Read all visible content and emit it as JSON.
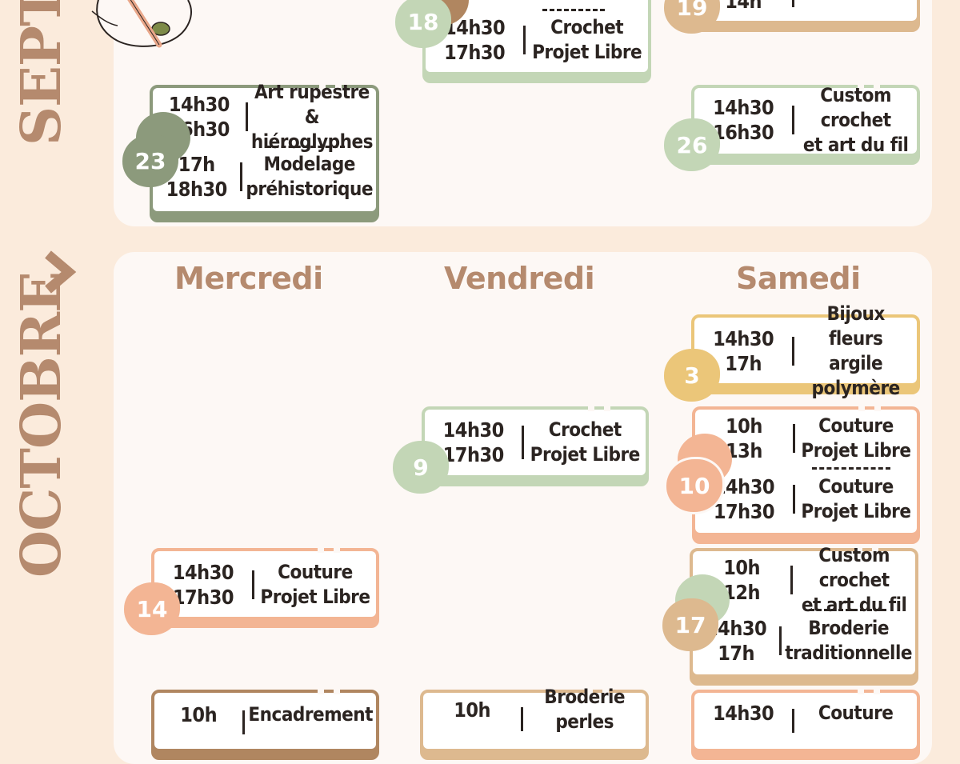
{
  "colors": {
    "background": "#fbebdc",
    "panel": "#fdf8f5",
    "month_text": "#b58a6e",
    "green_light": "#c3d6b6",
    "green_dark": "#8c9a7c",
    "tan": "#ddb98f",
    "brown": "#b08660",
    "gold": "#ebc679",
    "salmon": "#f3b594"
  },
  "months": {
    "september": "SEPTEMBRE",
    "october": "OCTOBRE"
  },
  "october_days": [
    "Mercredi",
    "Vendredi",
    "Samedi"
  ],
  "events": {
    "sep18": {
      "day": "18",
      "slots": [
        {
          "times": [
            "14h30",
            "17h30"
          ],
          "title": [
            "Crochet",
            "Projet Libre"
          ]
        }
      ]
    },
    "sep19": {
      "day": "19",
      "slots": [
        {
          "times": [
            "14h",
            ""
          ],
          "title": [
            "",
            ""
          ]
        }
      ]
    },
    "sep23": {
      "day": "23",
      "slots": [
        {
          "times": [
            "14h30",
            "16h30"
          ],
          "title": [
            "Art rupestre &",
            "hiéroglyphes"
          ]
        },
        {
          "times": [
            "17h",
            "18h30"
          ],
          "title": [
            "Modelage",
            "préhistorique"
          ]
        }
      ]
    },
    "sep26": {
      "day": "26",
      "slots": [
        {
          "times": [
            "14h30",
            "16h30"
          ],
          "title": [
            "Custom crochet",
            "et art du fil"
          ]
        }
      ]
    },
    "oct3": {
      "day": "3",
      "slots": [
        {
          "times": [
            "14h30",
            "17h"
          ],
          "title": [
            "Bijoux fleurs",
            "argile polymère"
          ]
        }
      ]
    },
    "oct9": {
      "day": "9",
      "slots": [
        {
          "times": [
            "14h30",
            "17h30"
          ],
          "title": [
            "Crochet",
            "Projet Libre"
          ]
        }
      ]
    },
    "oct10": {
      "day": "10",
      "slots": [
        {
          "times": [
            "10h",
            "13h"
          ],
          "title": [
            "Couture",
            "Projet Libre"
          ]
        },
        {
          "times": [
            "14h30",
            "17h30"
          ],
          "title": [
            "Couture",
            "Projet Libre"
          ]
        }
      ]
    },
    "oct14": {
      "day": "14",
      "slots": [
        {
          "times": [
            "14h30",
            "17h30"
          ],
          "title": [
            "Couture",
            "Projet Libre"
          ]
        }
      ]
    },
    "oct17": {
      "day": "17",
      "slots": [
        {
          "times": [
            "10h",
            "12h"
          ],
          "title": [
            "Custom crochet",
            "et art du fil"
          ]
        },
        {
          "times": [
            "14h30",
            "17h"
          ],
          "title": [
            "Broderie",
            "traditionnelle"
          ]
        }
      ]
    },
    "oct21": {
      "slots": [
        {
          "times": [
            "10h",
            ""
          ],
          "title": [
            "Encadrement",
            ""
          ]
        }
      ]
    },
    "oct23": {
      "slots": [
        {
          "times": [
            "10h",
            ""
          ],
          "title": [
            "Broderie perles",
            ""
          ]
        }
      ]
    },
    "oct24": {
      "slots": [
        {
          "times": [
            "14h30",
            ""
          ],
          "title": [
            "Couture",
            ""
          ]
        }
      ]
    }
  }
}
